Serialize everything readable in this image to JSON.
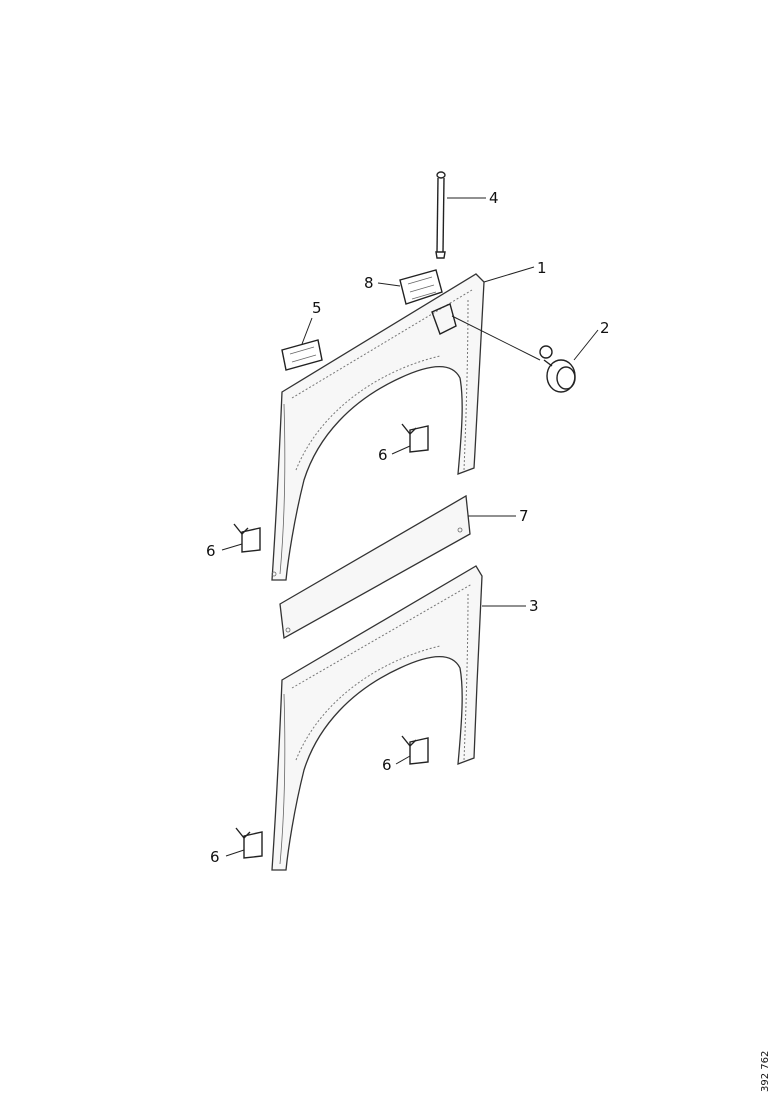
{
  "callouts": {
    "c1": "1",
    "c2": "2",
    "c3": "3",
    "c4": "4",
    "c5": "5",
    "c6": "6",
    "c7": "7",
    "c8": "8"
  },
  "document_id": "392 762"
}
